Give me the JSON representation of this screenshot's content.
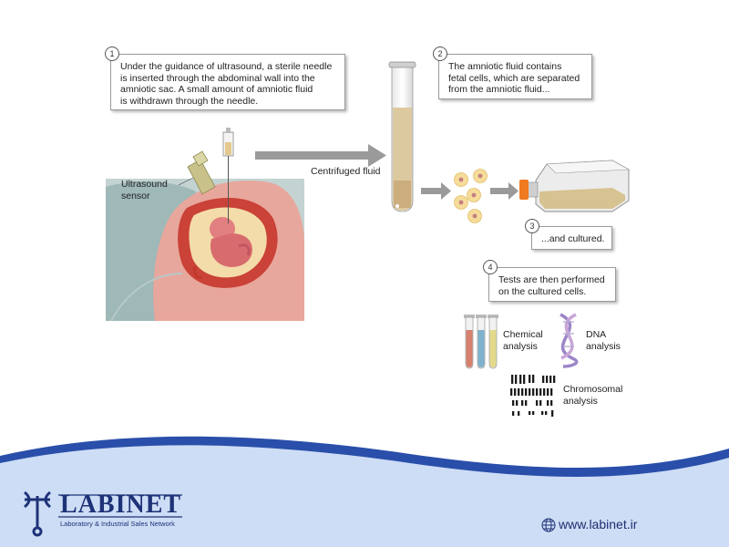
{
  "steps": [
    {
      "num": "1",
      "lines": [
        "Under the guidance of ultrasound, a sterile needle",
        "is inserted through the abdominal wall into the",
        "amniotic sac. A small amount of amniotic fluid",
        "is withdrawn through the needle."
      ]
    },
    {
      "num": "2",
      "lines": [
        "The amniotic fluid contains",
        "fetal cells, which are separated",
        "from the amniotic fluid..."
      ]
    },
    {
      "num": "3",
      "lines": [
        "...and cultured."
      ]
    },
    {
      "num": "4",
      "lines": [
        "Tests are then performed",
        "on the cultured cells."
      ]
    }
  ],
  "labels": {
    "ultrasound_sensor": [
      "Ultrasound",
      "sensor"
    ],
    "centrifuged_fluid": "Centrifuged fluid",
    "chemical_analysis": [
      "Chemical",
      "analysis"
    ],
    "dna_analysis": [
      "DNA",
      "analysis"
    ],
    "chromosomal_analysis": [
      "Chromosomal",
      "analysis"
    ]
  },
  "footer": {
    "brand": "LABINET",
    "tagline": "Laboratory & Industrial Sales Network",
    "url": "www.labinet.ir"
  },
  "colors": {
    "tube_fluid": "#dcc9a0",
    "flask_cap": "#f07a20",
    "arrow": "#9a9a9a",
    "wave_dark": "#2a4faa",
    "wave_light": "#cdddf5",
    "brand": "#1e3278"
  },
  "icons": [
    "globe-icon",
    "labinet-logo-icon",
    "dna-helix-icon"
  ]
}
